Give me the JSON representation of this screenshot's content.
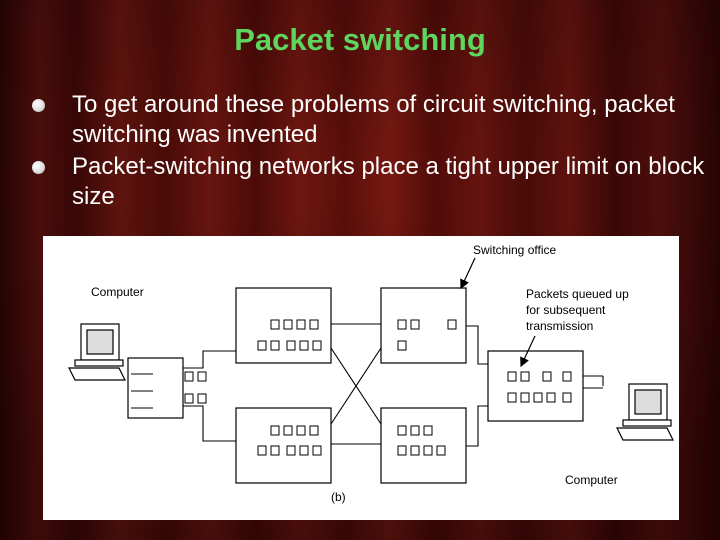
{
  "slide": {
    "title": "Packet switching",
    "bullets": [
      "To get around these problems of circuit switching, packet switching was invented",
      "Packet-switching networks place a tight upper limit on block size"
    ]
  },
  "diagram": {
    "labels": {
      "switching_office": "Switching office",
      "computer_left": "Computer",
      "computer_right": "Computer",
      "packets_queued_1": "Packets queued up",
      "packets_queued_2": "for subsequent",
      "packets_queued_3": "transmission",
      "caption": "(b)"
    }
  },
  "colors": {
    "title": "#5ed65e",
    "text": "#ffffff",
    "background": "#5a0c08"
  }
}
